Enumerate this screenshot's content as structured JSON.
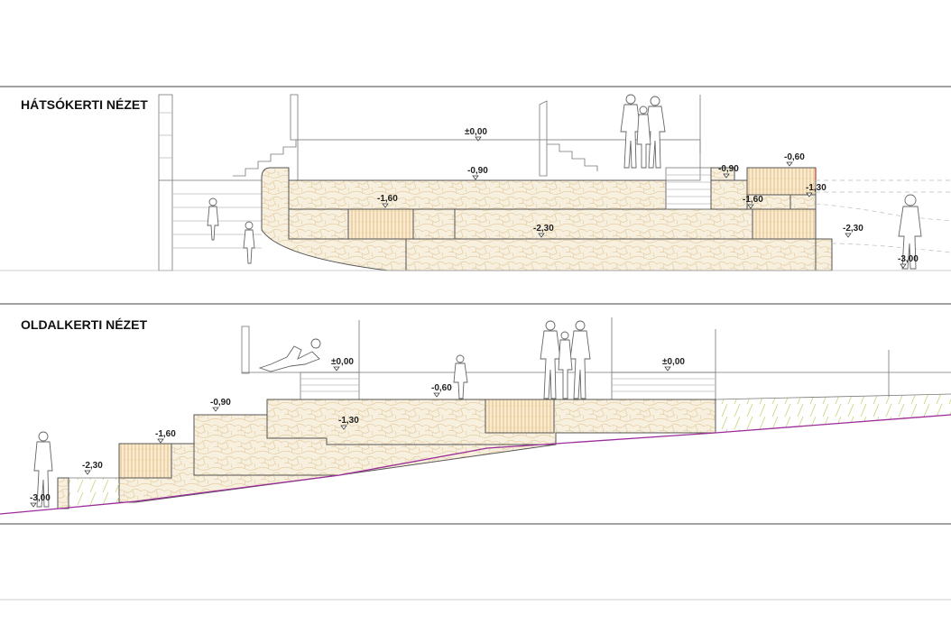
{
  "views": [
    {
      "title": "HÁTSÓKERTI NÉZET",
      "levels": [
        "±0,00",
        "-0,90",
        "-1,60",
        "-2,30",
        "-0,90",
        "-0,60",
        "-1,60",
        "-1,30",
        "-2,30",
        "-3,00"
      ]
    },
    {
      "title": "OLDALKERTI NÉZET",
      "levels": [
        "±0,00",
        "±0,00",
        "-0,60",
        "-0,90",
        "-1,30",
        "-1,60",
        "-2,30",
        "-3,00"
      ]
    }
  ],
  "colors": {
    "stone_fill": "#f6eedb",
    "stone_accent": "#e8b870",
    "terrain_line": "#9b2d9b",
    "hatch": "#c9d27a",
    "edge_red": "#c0392b"
  }
}
